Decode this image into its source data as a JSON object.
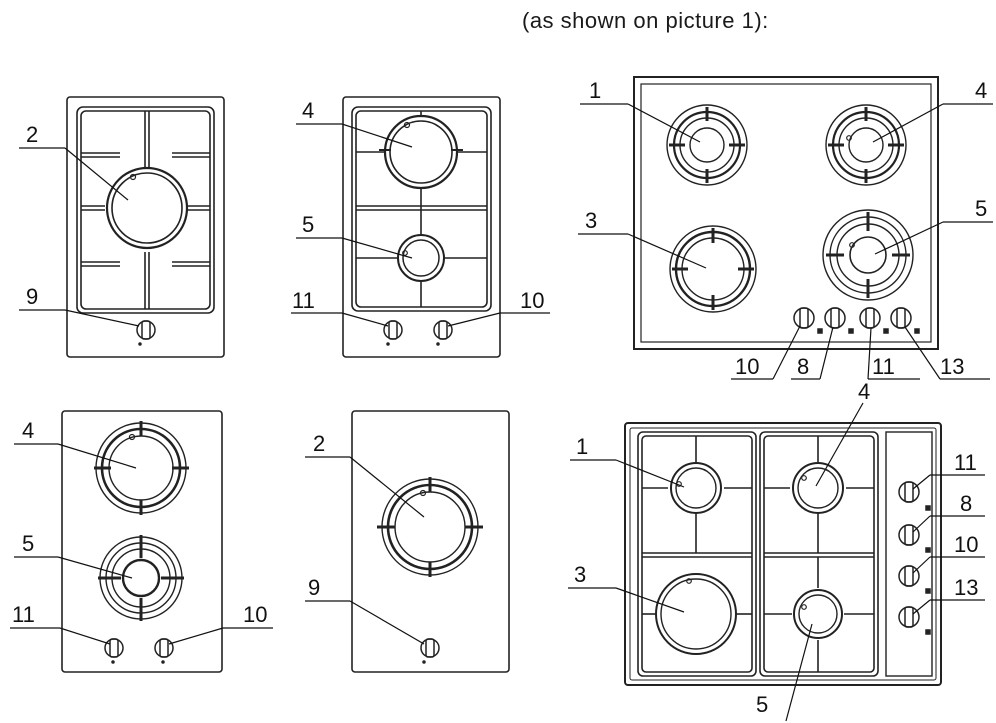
{
  "heading": "(as shown on picture 1):",
  "colors": {
    "ink": "#1a1a1a",
    "panel_stroke": "#222222",
    "background": "#ffffff"
  },
  "callouts": {
    "h1": {
      "c2": "2",
      "c9": "9"
    },
    "h2": {
      "c4": "4",
      "c5": "5",
      "c11": "11",
      "c10": "10"
    },
    "h3": {
      "c1": "1",
      "c4": "4",
      "c3": "3",
      "c5": "5",
      "c10": "10",
      "c8": "8",
      "c11": "11",
      "c13": "13"
    },
    "h4": {
      "c4": "4",
      "c5": "5",
      "c11": "11",
      "c10": "10"
    },
    "h5": {
      "c2": "2",
      "c9": "9"
    },
    "h6": {
      "c4": "4",
      "c1": "1",
      "c11": "11",
      "c8": "8",
      "c10": "10",
      "c3": "3",
      "c13": "13",
      "c5": "5"
    }
  },
  "icons": {
    "burner": "burner-icon",
    "knob": "control-knob-icon"
  }
}
